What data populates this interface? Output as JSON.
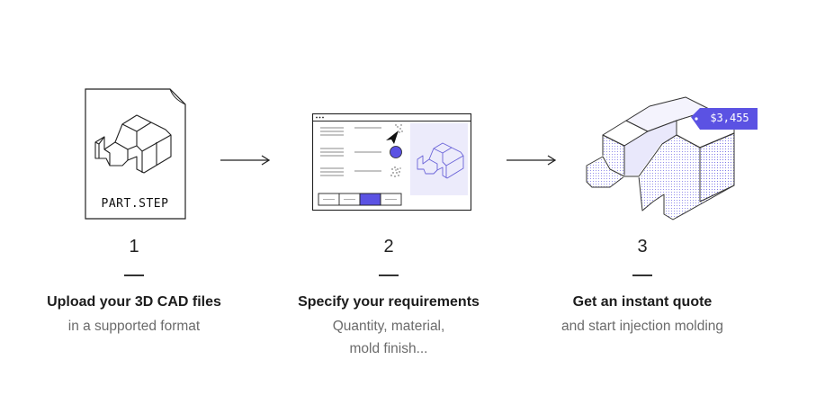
{
  "file_label": "PART.STEP",
  "price_tag": "$3,455",
  "accent_color": "#5b52e3",
  "accent_light": "#ecebfb",
  "steps": [
    {
      "number": "1",
      "title": "Upload your 3D CAD files",
      "subtitle_lines": [
        "in a supported format"
      ]
    },
    {
      "number": "2",
      "title": "Specify your requirements",
      "subtitle_lines": [
        "Quantity, material,",
        "mold finish..."
      ]
    },
    {
      "number": "3",
      "title": "Get an instant quote",
      "subtitle_lines": [
        "and start injection molding"
      ]
    }
  ],
  "icons": [
    "document-icon",
    "cad-part-icon",
    "arrow-right-icon",
    "cursor-icon",
    "price-tag-icon"
  ]
}
